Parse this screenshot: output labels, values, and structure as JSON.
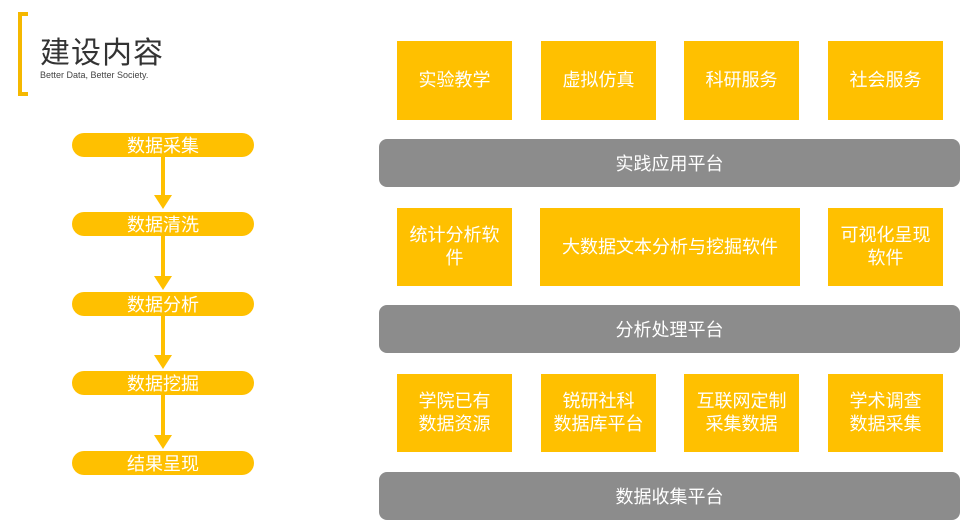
{
  "header": {
    "title": "建设内容",
    "subtitle": "Better Data, Better Society."
  },
  "flow": {
    "steps": [
      "数据采集",
      "数据清洗",
      "数据分析",
      "数据挖掘",
      "结果呈现"
    ]
  },
  "layers": {
    "application": {
      "items": [
        "实验教学",
        "虚拟仿真",
        "科研服务",
        "社会服务"
      ],
      "platform": "实践应用平台"
    },
    "analysis": {
      "items": [
        "统计分析软\n件",
        "大数据文本分析与挖掘软件",
        "可视化呈现\n软件"
      ],
      "platform": "分析处理平台"
    },
    "collection": {
      "items": [
        "学院已有\n数据资源",
        "锐研社科\n数据库平台",
        "互联网定制\n采集数据",
        "学术调查\n数据采集"
      ],
      "platform": "数据收集平台"
    }
  },
  "colors": {
    "accent": "#ffc000",
    "platform": "#8c8c8c"
  }
}
